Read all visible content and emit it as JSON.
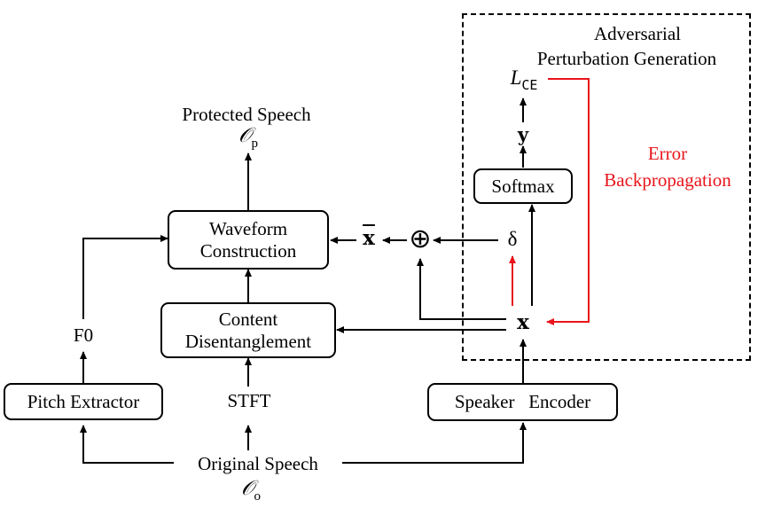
{
  "region": {
    "title_line1": "Adversarial",
    "title_line2": "Perturbation Generation"
  },
  "labels": {
    "protected_speech": "Protected Speech",
    "protected_symbol": "𝒪",
    "protected_sub": "p",
    "original_speech": "Original Speech",
    "original_symbol": "𝒪",
    "original_sub": "o",
    "f0": "F0",
    "stft": "STFT",
    "x_bar": "x",
    "x": "x",
    "delta": "δ",
    "y": "y",
    "loss_symbol": "L",
    "loss_sub": "CE",
    "oplus": "⊕",
    "error_line1": "Error",
    "error_line2": "Backpropagation"
  },
  "boxes": {
    "waveform_line1": "Waveform",
    "waveform_line2": "Construction",
    "content_line1": "Content",
    "content_line2": "Disentanglement",
    "pitch": "Pitch Extractor",
    "speaker": "Speaker   Encoder",
    "softmax": "Softmax"
  },
  "colors": {
    "error_path": "#e8151b",
    "stroke": "#000000"
  }
}
